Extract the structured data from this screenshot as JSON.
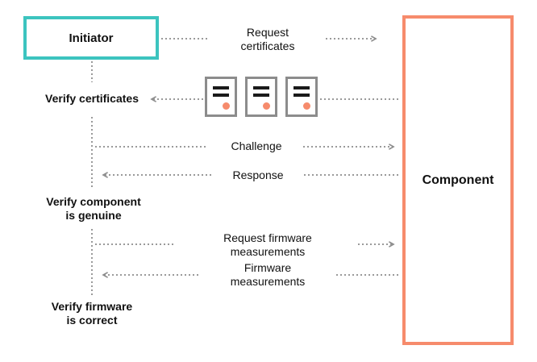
{
  "nodes": {
    "initiator": "Initiator",
    "component": "Component"
  },
  "steps": {
    "verify_certificates": "Verify certificates",
    "verify_component_line1": "Verify component",
    "verify_component_line2": "is genuine",
    "verify_firmware_line1": "Verify firmware",
    "verify_firmware_line2": "is correct"
  },
  "messages": {
    "request_certificates_line1": "Request",
    "request_certificates_line2": "certificates",
    "challenge": "Challenge",
    "response": "Response",
    "request_firmware_line1": "Request firmware",
    "request_firmware_line2": "measurements",
    "firmware_measurements_line1": "Firmware",
    "firmware_measurements_line2": "measurements"
  },
  "certificate_icons": [
    "certificate-icon",
    "certificate-icon",
    "certificate-icon"
  ],
  "colors": {
    "initiator_border": "#3cc4bf",
    "component_border": "#f68b6c",
    "arrow": "#8c8c8c",
    "cert_dot": "#f68b6c"
  }
}
